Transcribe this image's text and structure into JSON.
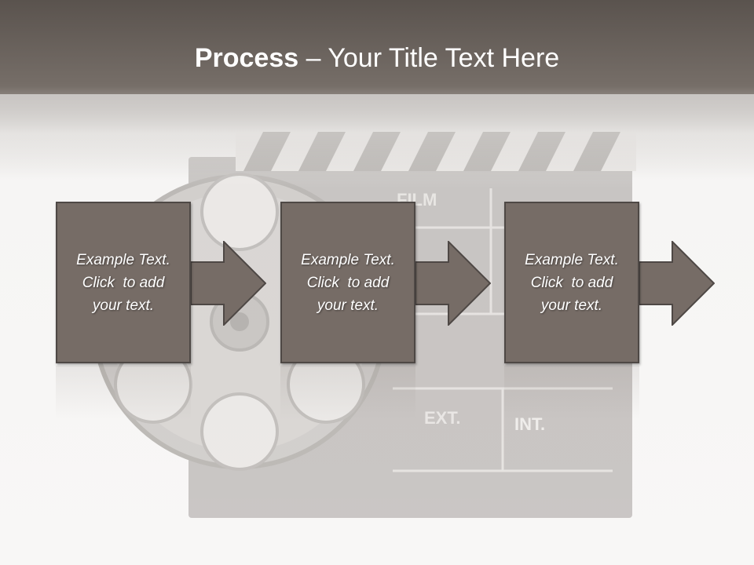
{
  "slide": {
    "title_bold": "Process",
    "title_rest": " – Your Title Text Here"
  },
  "steps": [
    {
      "line1": "Example Text.",
      "line2": "Click  to add",
      "line3": "your text."
    },
    {
      "line1": "Example Text.",
      "line2": "Click  to add",
      "line3": "your text."
    },
    {
      "line1": "Example Text.",
      "line2": "Click  to add",
      "line3": "your text."
    }
  ],
  "background": {
    "clapboard_label_film": "FILM",
    "clapboard_label_ext": "EXT.",
    "clapboard_label_int": "INT."
  },
  "colors": {
    "box_fill": "#766c66",
    "box_border": "#4e4845",
    "header_dark": "#5a534e"
  }
}
